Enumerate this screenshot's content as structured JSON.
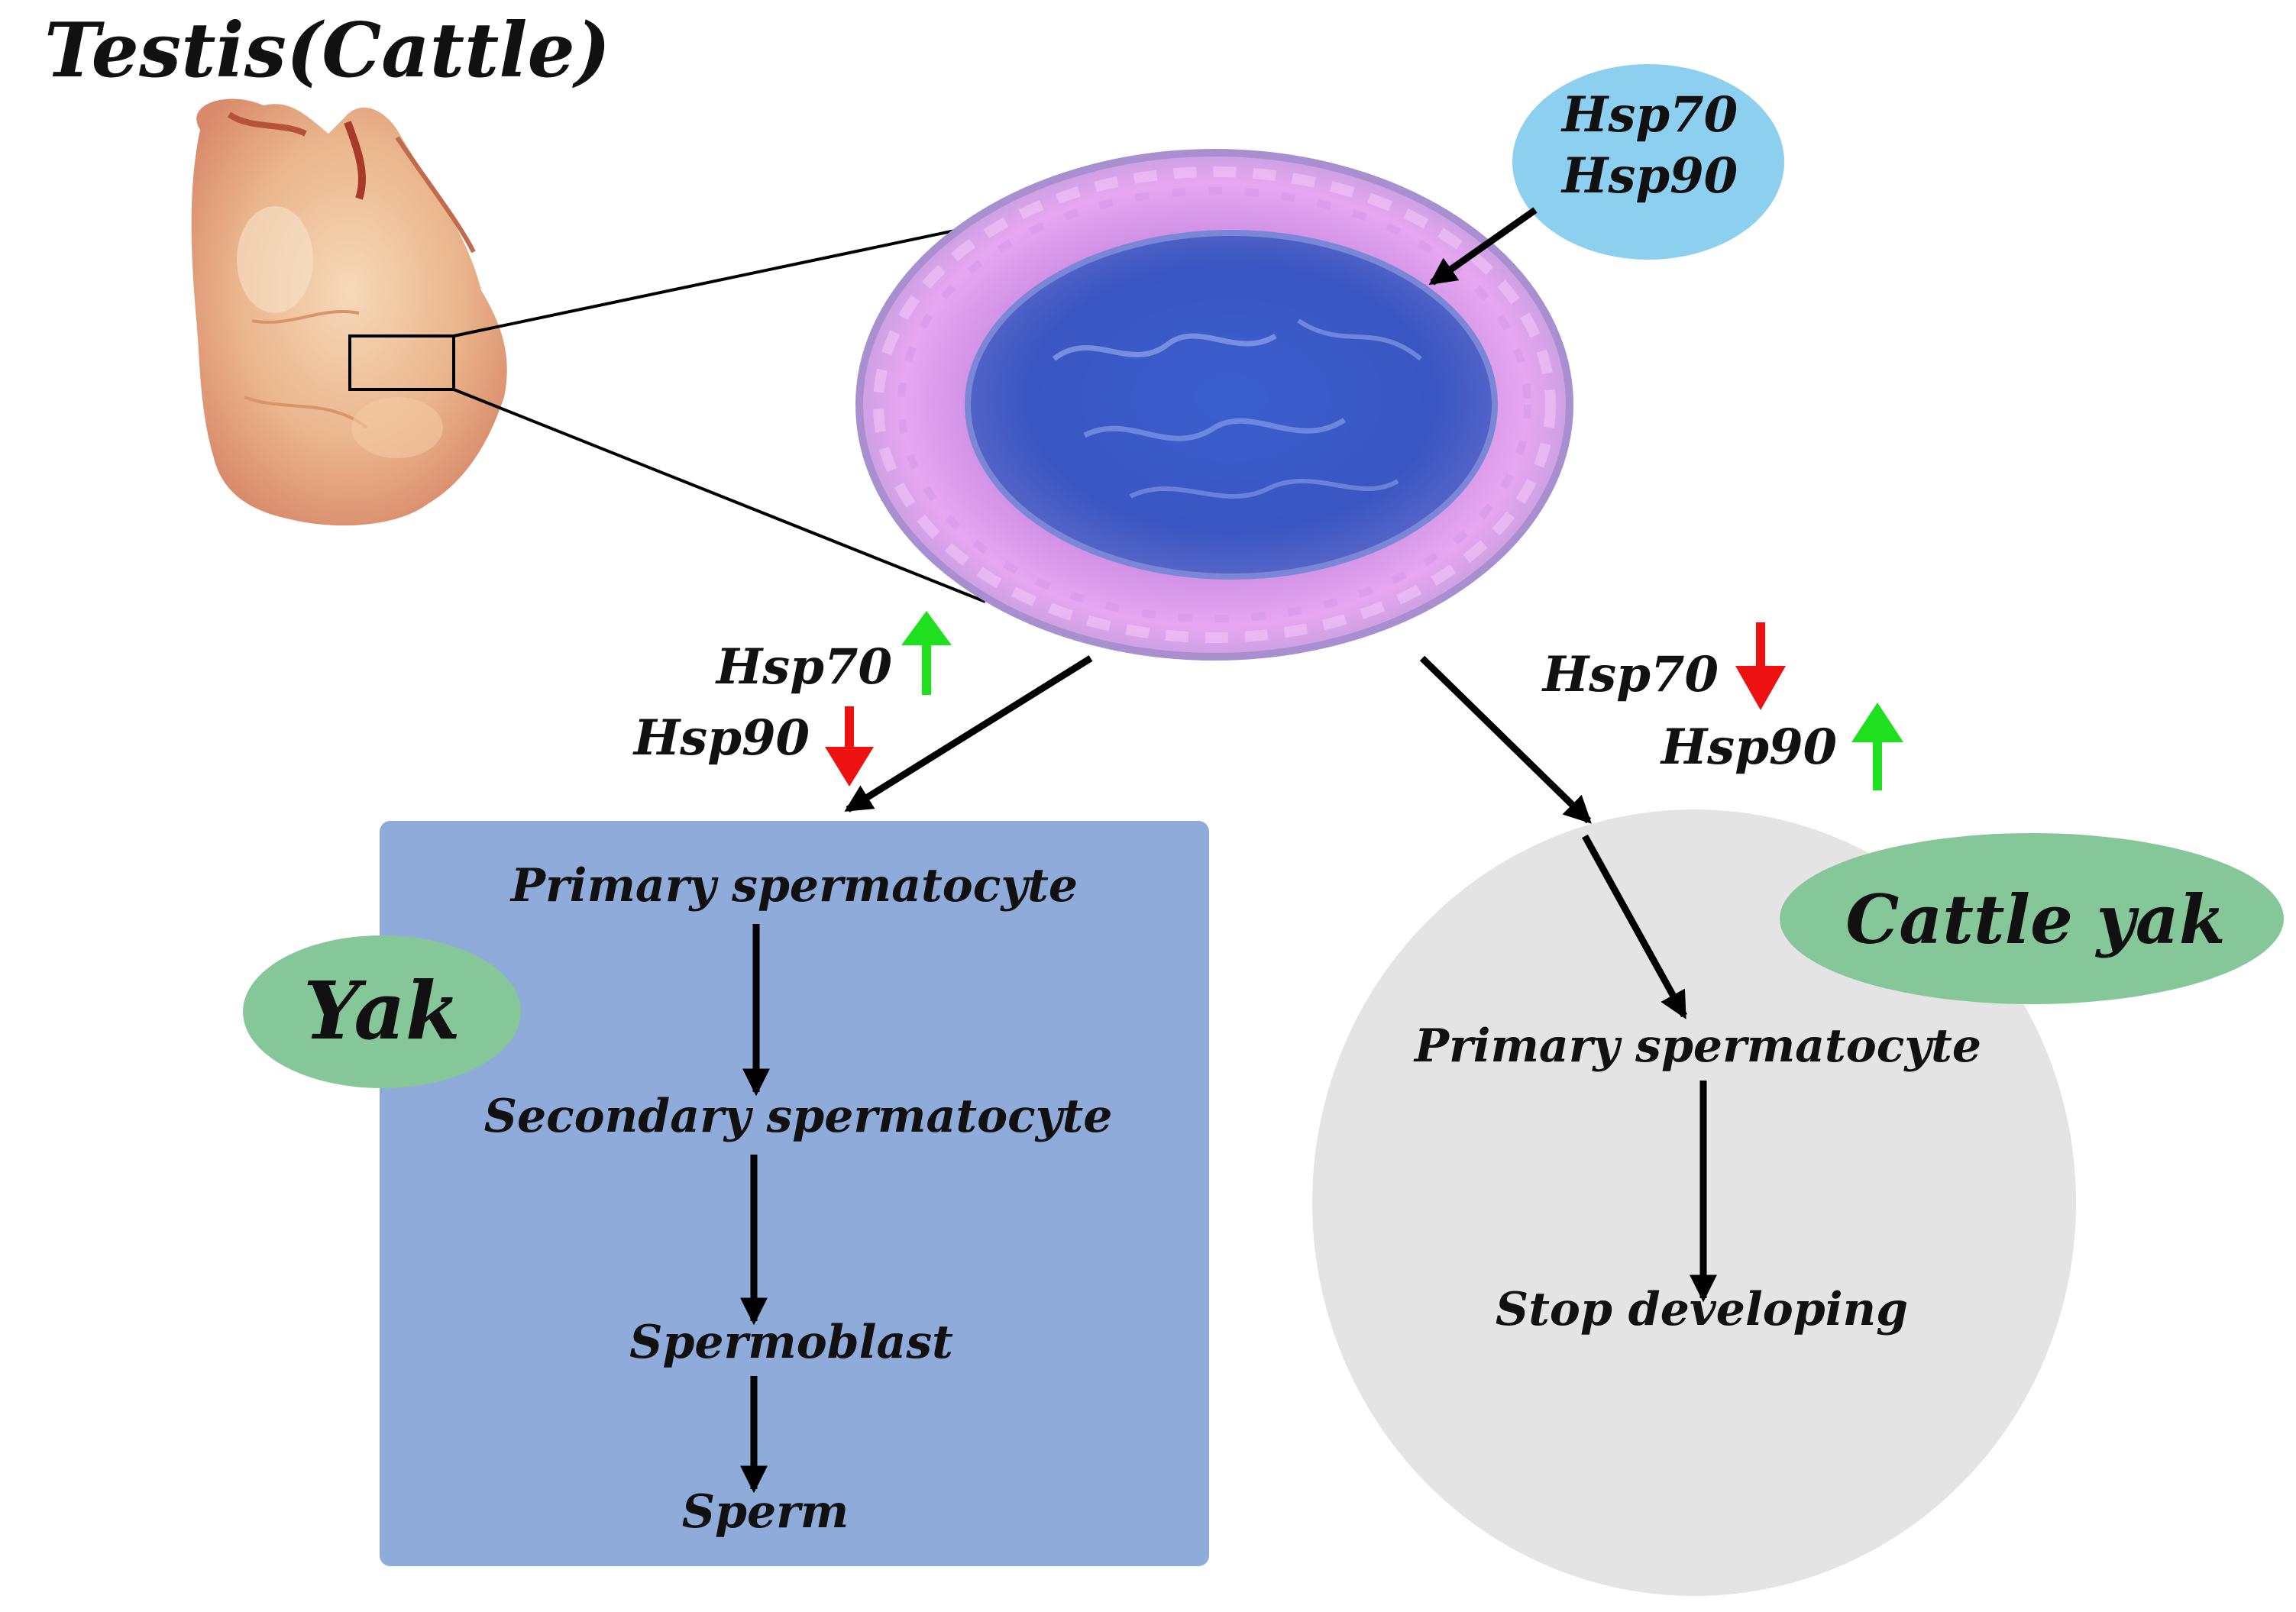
{
  "title": "Testis(Cattle)",
  "hsp_bubble": {
    "line1": "Hsp70",
    "line2": "Hsp90",
    "color": "#8dcfee"
  },
  "left_branch": {
    "hsp70": "Hsp70",
    "hsp70_trend": "up",
    "hsp90": "Hsp90",
    "hsp90_trend": "down",
    "species": "Yak",
    "box_color": "#8eabd9",
    "stages": [
      "Primary spermatocyte",
      "Secondary spermatocyte",
      "Spermoblast",
      "Sperm"
    ]
  },
  "right_branch": {
    "hsp70": "Hsp70",
    "hsp70_trend": "down",
    "hsp90": "Hsp90",
    "hsp90_trend": "up",
    "species": "Cattle yak",
    "ellipse_color": "#e4e4e4",
    "stages": [
      "Primary spermatocyte",
      "Stop developing"
    ]
  },
  "colors": {
    "up_arrow": "#1fe01f",
    "down_arrow": "#ee1111",
    "species_badge": "#86c79a",
    "arrow": "#000000"
  }
}
